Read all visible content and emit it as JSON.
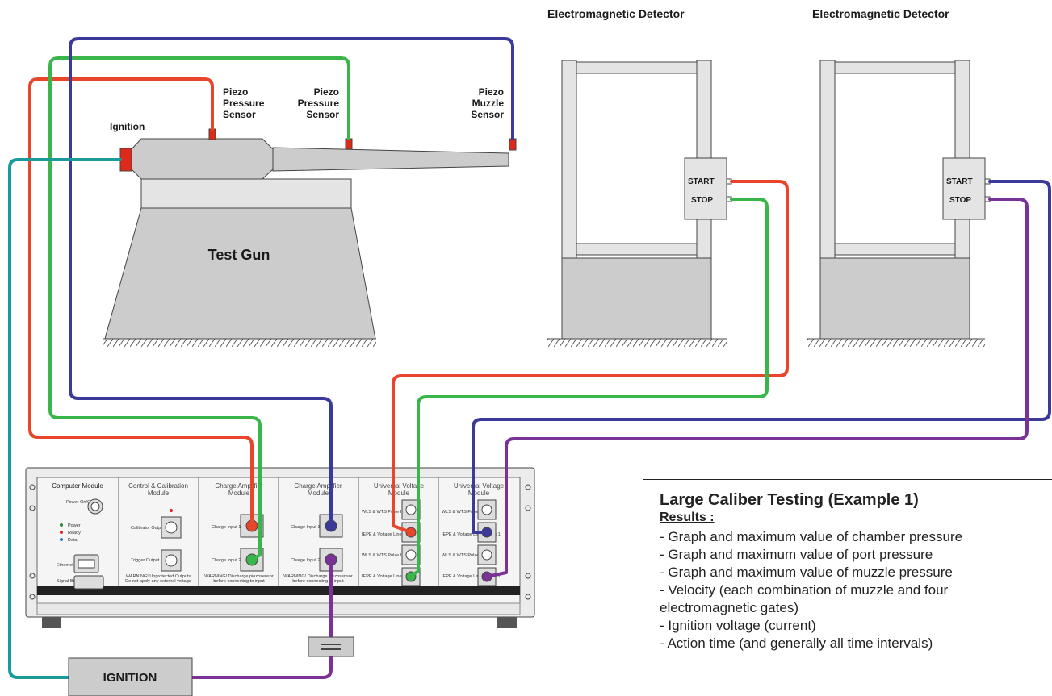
{
  "detectors": [
    {
      "title": "Electromagnetic Detector",
      "start": "START",
      "stop": "STOP"
    },
    {
      "title": "Electromagnetic Detector",
      "start": "START",
      "stop": "STOP"
    }
  ],
  "gun": {
    "label": "Test Gun",
    "ignition_label": "Ignition",
    "sensors": [
      {
        "line1": "Piezo",
        "line2": "Pressure",
        "line3": "Sensor"
      },
      {
        "line1": "Piezo",
        "line2": "Pressure",
        "line3": "Sensor"
      },
      {
        "line1": "Piezo",
        "line2": "Muzzle",
        "line3": "Sensor"
      }
    ]
  },
  "ignition_box": {
    "label": "IGNITION"
  },
  "rack": {
    "modules": [
      {
        "title1": "Computer Module",
        "title2": "",
        "power": "Power On/Off",
        "leds": [
          "Power",
          "Ready",
          "Data"
        ],
        "ethernet": "Ethernet",
        "signal_box": "Signal Box"
      },
      {
        "title1": "Control & Calibration",
        "title2": "Module",
        "calibrator": "Calibrator Output (±2.4V)",
        "trigger": "Trigger Output (TTL)",
        "warning1": "WARNING! Unprotected Outputs",
        "warning2": "Do not apply any external voltage"
      },
      {
        "title1": "Charge Amplifier",
        "title2": "Module",
        "in1": "Charge Input 1",
        "in2": "Charge Input 2",
        "warning1": "WARNING! Discharge piezosensor",
        "warning2": "before connecting to input"
      },
      {
        "title1": "Charge Amplifier",
        "title2": "Module",
        "in1": "Charge Input 1",
        "in2": "Charge Input 2",
        "warning1": "WARNING! Discharge piezosensor",
        "warning2": "before connecting to input"
      },
      {
        "title1": "Universal Voltage",
        "title2": "Module",
        "ports": [
          "WLS & WTS Pulse Input 1",
          "IEPE & Voltage Linear Input 1",
          "WLS & WTS Pulse Input 2",
          "IEPE & Voltage Linear Input 2"
        ]
      },
      {
        "title1": "Universal Voltage",
        "title2": "Module",
        "ports": [
          "WLS & WTS Pulse Input 1",
          "IEPE & Voltage Linear Input 1",
          "WLS & WTS Pulse Input 2",
          "IEPE & Voltage Linear Input 2"
        ]
      }
    ]
  },
  "results": {
    "title": "Large Caliber Testing (Example 1)",
    "subtitle": "Results :",
    "items": [
      "- Graph and maximum value of chamber pressure",
      "- Graph and maximum value of port pressure",
      "- Graph and maximum value of muzzle pressure",
      "- Velocity (each combination of muzzle and four\n  electromagnetic gates)",
      "- Ignition voltage (current)",
      "- Action time (and generally all time intervals)"
    ]
  },
  "colors": {
    "red": "#e8452a",
    "green": "#3ab54a",
    "blue": "#3b3a9a",
    "purple": "#7a3296",
    "teal": "#1a9a9a",
    "gray_fill": "#cccccc",
    "connector": "#dd2a1b"
  }
}
